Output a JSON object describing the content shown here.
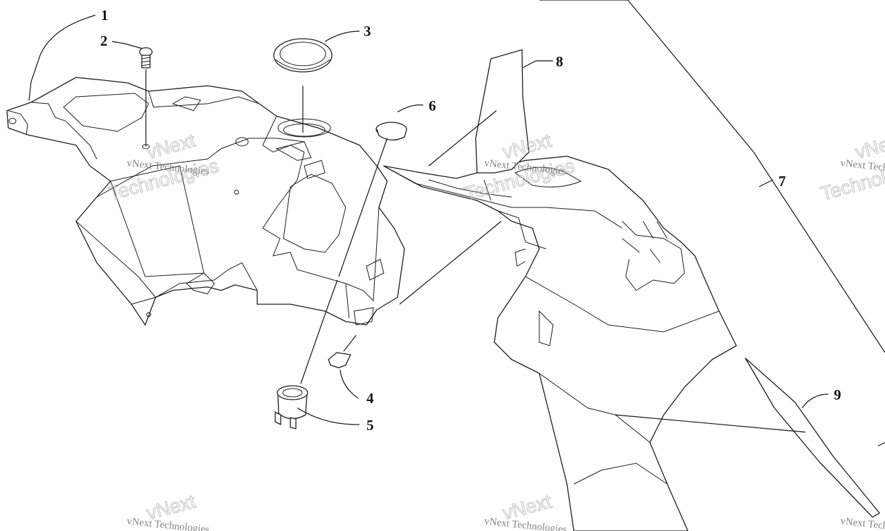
{
  "callouts": [
    "1",
    "2",
    "3",
    "4",
    "5",
    "6",
    "7",
    "8",
    "9"
  ],
  "watermark": {
    "line1": "vNext",
    "line2": "Technologies",
    "caption": "vNext Technologies"
  },
  "colors": {
    "line": "#1a1a1a",
    "watermark": "#bbbbbb",
    "background": "#ffffff"
  }
}
